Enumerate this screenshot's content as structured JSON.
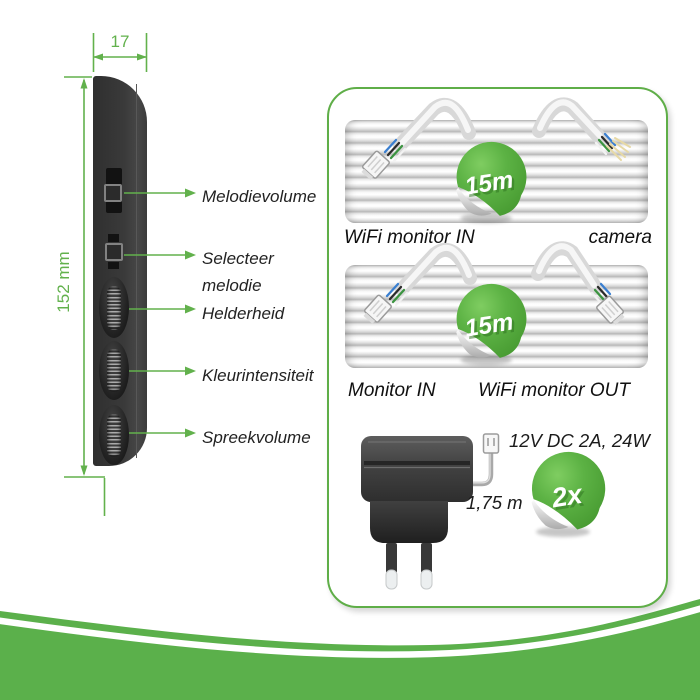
{
  "colors": {
    "accent_green": "#5fae48",
    "dimension_green": "#62b14c",
    "badge_green": "#5cb244",
    "wave_green": "#5bb04b",
    "device_gray": "#3a3a3a"
  },
  "device": {
    "dim_width": "17",
    "dim_height": "152 mm",
    "callouts": [
      {
        "label": "Melodievolume"
      },
      {
        "line1": "Selecteer",
        "line2": "melodie"
      },
      {
        "label": "Helderheid"
      },
      {
        "label": "Kleurintensiteit"
      },
      {
        "label": "Spreekvolume"
      }
    ]
  },
  "panel": {
    "section1": {
      "badge": "15m",
      "left_label": "WiFi monitor IN",
      "right_label": "camera"
    },
    "section2": {
      "badge": "15m",
      "left_label": "Monitor IN",
      "right_label": "WiFi monitor OUT"
    },
    "adapter": {
      "spec_label": "12V DC 2A, 24W",
      "cable_length_label": "1,75 m",
      "quantity_badge": "2x"
    }
  }
}
